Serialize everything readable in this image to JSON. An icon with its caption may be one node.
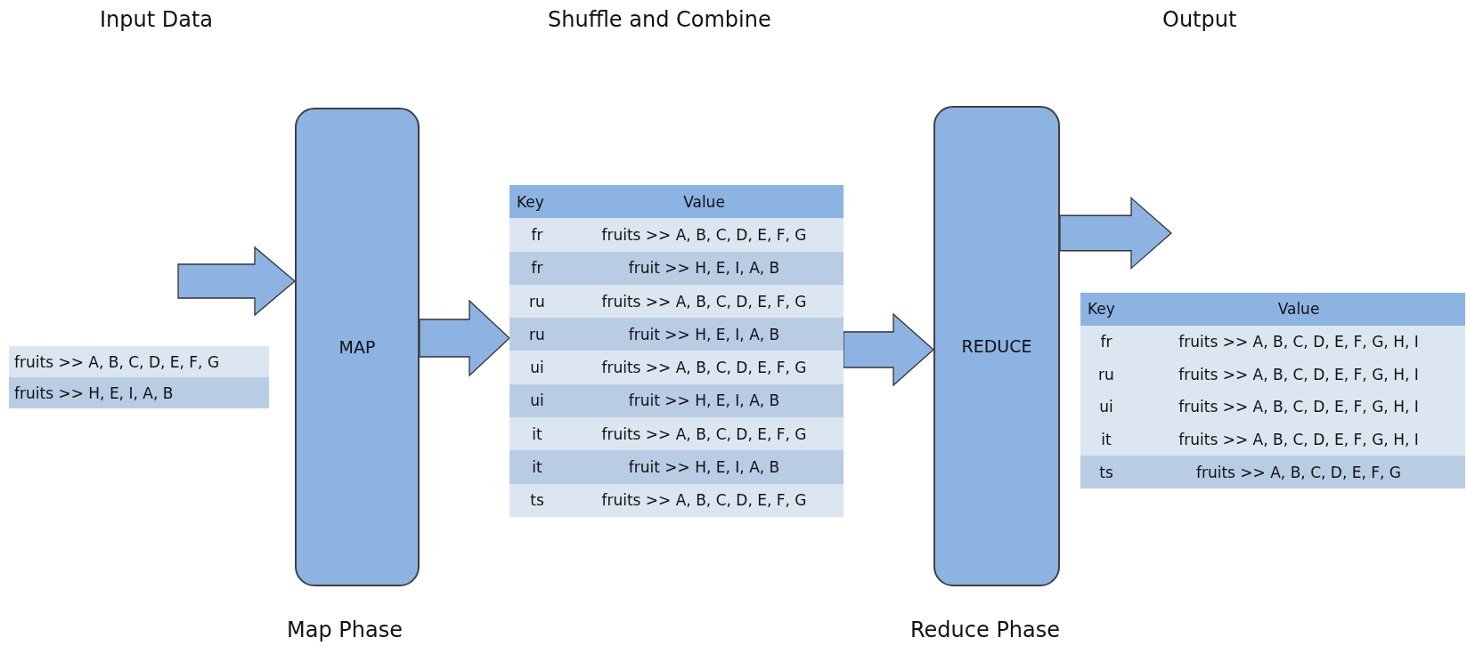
{
  "diagram": {
    "nodes": [
      {
        "text": [
          "fruits >> A, B, C, D, E, F, G",
          "fruits >> H, E, I, A, B"
        ]
      },
      {
        "text": [
          "MAP"
        ],
        "beside": [
          "Map Phase"
        ]
      },
      {
        "text": [
          "Key",
          "Value",
          "fr",
          "fruits >> A, B, C, D, E, F, G",
          "fr",
          "fruit >> H, E, I, A, B",
          "ru",
          "fruits >> A, B, C, D, E, F, G",
          "ru",
          "fruit >> H, E, I, A, B",
          "ui",
          "fruits >> A, B, C, D, E, F, G",
          "ui",
          "fruit >> H, E, I, A, B",
          "it",
          "fruits >> A, B, C, D, E, F, G",
          "it",
          "fruit >> H, E, I, A, B",
          "ts",
          "fruits >> A, B, C, D, E, F, G"
        ]
      },
      {
        "text": [
          "REDUCE"
        ],
        "beside": [
          "Reduce Phase"
        ]
      },
      {
        "text": [
          "Key",
          "Value",
          "fr",
          "fruits >> A, B, C, D, E, F, G, H, I",
          "ru",
          "fruits >> A, B, C, D, E, F, G, H, I",
          "ui",
          "fruits >> A, B, C, D, E, F, G, H, I",
          "it",
          "fruits >> A, B, C, D, E, F, G, H, I",
          "ts",
          "fruits >> A, B, C, D, E, F, G"
        ]
      }
    ],
    "edges": [
      {
        "from": null,
        "to": 1,
        "arrow": "to"
      },
      {
        "from": 1,
        "to": 2,
        "arrow": "to"
      },
      {
        "from": 2,
        "to": 3,
        "arrow": "to"
      },
      {
        "from": 3,
        "to": null,
        "arrow": "to"
      }
    ],
    "labels": [
      "Input Data",
      "Shuffle and Combine",
      "Output"
    ]
  }
}
